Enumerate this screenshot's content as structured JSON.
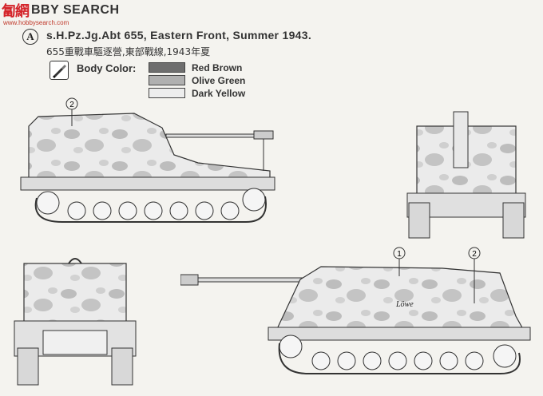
{
  "watermark": {
    "logo": "匐網",
    "brand": "BBY SEARCH",
    "site": "www.hobbysearch.com"
  },
  "scheme": {
    "marker": "A",
    "title": "s.H.Pz.Jg.Abt 655, Eastern Front, Summer 1943.",
    "subtitle": "655重戰車驅逐營,東部戰線,1943年夏"
  },
  "legend": {
    "heading": "Body Color:",
    "items": [
      {
        "label": "Red Brown",
        "color": "#6e6e6e"
      },
      {
        "label": "Olive Green",
        "color": "#b0b0b0"
      },
      {
        "label": "Dark Yellow",
        "color": "#ededed"
      }
    ]
  },
  "callouts": {
    "num1": "1",
    "num2": "2"
  },
  "vehicle_name": "Löwe"
}
